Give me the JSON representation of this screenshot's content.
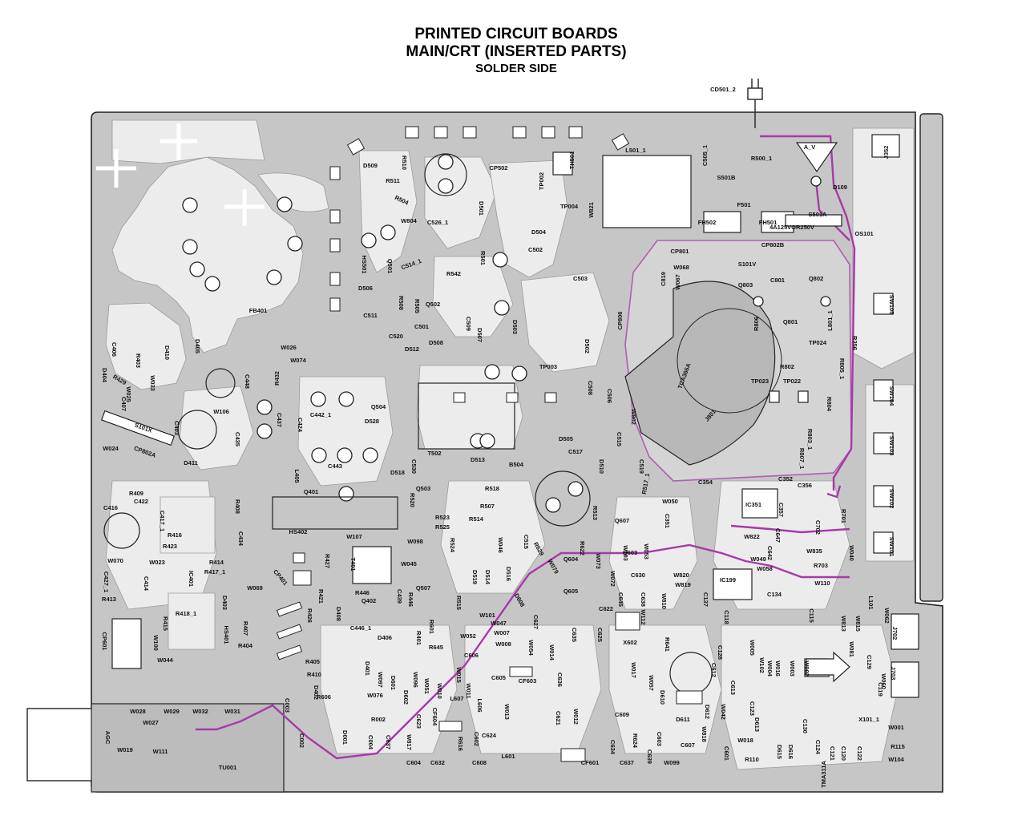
{
  "header": {
    "title_line1": "PRINTED CIRCUIT BOARDS",
    "title_line2": "MAIN/CRT (INSERTED PARTS)",
    "subtitle": "SOLDER SIDE"
  },
  "colors": {
    "board": "#c6c6c6",
    "trace": "#e9e9e9",
    "outline": "#222222",
    "highlight": "#a63aa6",
    "pad": "#444444"
  },
  "labels": [
    {
      "id": "CD501_2",
      "text": "CD501_2"
    },
    {
      "id": "L501_1",
      "text": "L501_1"
    },
    {
      "id": "A_V",
      "text": "A_V"
    },
    {
      "id": "J352",
      "text": "J352"
    },
    {
      "id": "C505_1",
      "text": "C505_1"
    },
    {
      "id": "R500_1",
      "text": "R500_1"
    },
    {
      "id": "S501B",
      "text": "S501B"
    },
    {
      "id": "D109",
      "text": "D109"
    },
    {
      "id": "F501",
      "text": "F501"
    },
    {
      "id": "FH502",
      "text": "FH502"
    },
    {
      "id": "FH501",
      "text": "FH501"
    },
    {
      "id": "S501A",
      "text": "S501A"
    },
    {
      "id": "FUSE",
      "text": "4A125VOR250V"
    },
    {
      "id": "OS101",
      "text": "OS101"
    },
    {
      "id": "D509",
      "text": "D509"
    },
    {
      "id": "R510",
      "text": "R510"
    },
    {
      "id": "R511",
      "text": "R511"
    },
    {
      "id": "R504",
      "text": "R504"
    },
    {
      "id": "CP502",
      "text": "CP502"
    },
    {
      "id": "TP002",
      "text": "TP002"
    },
    {
      "id": "TH501",
      "text": "TH501"
    },
    {
      "id": "TP004",
      "text": "TP004"
    },
    {
      "id": "C526_1",
      "text": "C526_1"
    },
    {
      "id": "D501",
      "text": "D501"
    },
    {
      "id": "D504",
      "text": "D504"
    },
    {
      "id": "W821",
      "text": "W821"
    },
    {
      "id": "CP802B",
      "text": "CP802B"
    },
    {
      "id": "CP801",
      "text": "CP801"
    },
    {
      "id": "W068",
      "text": "W068"
    },
    {
      "id": "S101V",
      "text": "S101V"
    },
    {
      "id": "C819",
      "text": "C819"
    },
    {
      "id": "W067",
      "text": "W067"
    },
    {
      "id": "C801",
      "text": "C801"
    },
    {
      "id": "Q802",
      "text": "Q802"
    },
    {
      "id": "Q803",
      "text": "Q803"
    },
    {
      "id": "SW105",
      "text": "SW105"
    },
    {
      "id": "L801_1",
      "text": "L801_1"
    },
    {
      "id": "Q801",
      "text": "Q801"
    },
    {
      "id": "R806",
      "text": "R806"
    },
    {
      "id": "CP806",
      "text": "CP806"
    },
    {
      "id": "R356",
      "text": "R356"
    },
    {
      "id": "TP024",
      "text": "TP024"
    },
    {
      "id": "R802",
      "text": "R802"
    },
    {
      "id": "R805_1",
      "text": "R805_1"
    },
    {
      "id": "TP023",
      "text": "TP023"
    },
    {
      "id": "TP022",
      "text": "TP022"
    },
    {
      "id": "SW104",
      "text": "SW104"
    },
    {
      "id": "R804",
      "text": "R804"
    },
    {
      "id": "J801",
      "text": "J801"
    },
    {
      "id": "TCA366A",
      "text": "TCA366A"
    },
    {
      "id": "R807_1",
      "text": "R807_1"
    },
    {
      "id": "R803_1",
      "text": "R803_1"
    },
    {
      "id": "SW103",
      "text": "SW103"
    },
    {
      "id": "HS501",
      "text": "HS501"
    },
    {
      "id": "Q501",
      "text": "Q501"
    },
    {
      "id": "W804",
      "text": "W804"
    },
    {
      "id": "C514_1",
      "text": "C514_1"
    },
    {
      "id": "R501",
      "text": "R501"
    },
    {
      "id": "C502",
      "text": "C502"
    },
    {
      "id": "R542",
      "text": "R542"
    },
    {
      "id": "C503",
      "text": "C503"
    },
    {
      "id": "D506",
      "text": "D506"
    },
    {
      "id": "R508",
      "text": "R508"
    },
    {
      "id": "R505",
      "text": "R505"
    },
    {
      "id": "Q502",
      "text": "Q502"
    },
    {
      "id": "D503",
      "text": "D503"
    },
    {
      "id": "FB401",
      "text": "FB401"
    },
    {
      "id": "C511",
      "text": "C511"
    },
    {
      "id": "C501",
      "text": "C501"
    },
    {
      "id": "C520",
      "text": "C520"
    },
    {
      "id": "C509",
      "text": "C509"
    },
    {
      "id": "D508",
      "text": "D508"
    },
    {
      "id": "D507",
      "text": "D507"
    },
    {
      "id": "D512",
      "text": "D512"
    },
    {
      "id": "D502",
      "text": "D502"
    },
    {
      "id": "W026",
      "text": "W026"
    },
    {
      "id": "W074",
      "text": "W074"
    },
    {
      "id": "C406",
      "text": "C406"
    },
    {
      "id": "R403",
      "text": "R403"
    },
    {
      "id": "D410",
      "text": "D410"
    },
    {
      "id": "D405",
      "text": "D405"
    },
    {
      "id": "C448",
      "text": "C448"
    },
    {
      "id": "R432",
      "text": "R432"
    },
    {
      "id": "TP003",
      "text": "TP003"
    },
    {
      "id": "C508",
      "text": "C508"
    },
    {
      "id": "C506",
      "text": "C506"
    },
    {
      "id": "D404",
      "text": "D404"
    },
    {
      "id": "R429",
      "text": "R429"
    },
    {
      "id": "W033",
      "text": "W033"
    },
    {
      "id": "W025",
      "text": "W025"
    },
    {
      "id": "C407",
      "text": "C407"
    },
    {
      "id": "W106",
      "text": "W106"
    },
    {
      "id": "C442_1",
      "text": "C442_1"
    },
    {
      "id": "Q504",
      "text": "Q504"
    },
    {
      "id": "W802",
      "text": "W802"
    },
    {
      "id": "S101X",
      "text": "S101X"
    },
    {
      "id": "C403",
      "text": "C403"
    },
    {
      "id": "C437",
      "text": "C437"
    },
    {
      "id": "C424",
      "text": "C424"
    },
    {
      "id": "D528",
      "text": "D528"
    },
    {
      "id": "D505",
      "text": "D505"
    },
    {
      "id": "C515",
      "text": "C515"
    },
    {
      "id": "C435",
      "text": "C435"
    },
    {
      "id": "W024",
      "text": "W024"
    },
    {
      "id": "CP802A",
      "text": "CP802A"
    },
    {
      "id": "D411",
      "text": "D411"
    },
    {
      "id": "L405",
      "text": "L405"
    },
    {
      "id": "C443",
      "text": "C443"
    },
    {
      "id": "T502",
      "text": "T502"
    },
    {
      "id": "D513",
      "text": "D513"
    },
    {
      "id": "B504",
      "text": "B504"
    },
    {
      "id": "C517",
      "text": "C517"
    },
    {
      "id": "D510",
      "text": "D510"
    },
    {
      "id": "C530",
      "text": "C530"
    },
    {
      "id": "D518",
      "text": "D518"
    },
    {
      "id": "C519",
      "text": "C519"
    },
    {
      "id": "C354",
      "text": "C354"
    },
    {
      "id": "C352",
      "text": "C352"
    },
    {
      "id": "C356",
      "text": "C356"
    },
    {
      "id": "SW102",
      "text": "SW102"
    },
    {
      "id": "R409",
      "text": "R409"
    },
    {
      "id": "C422",
      "text": "C422"
    },
    {
      "id": "R408",
      "text": "R408"
    },
    {
      "id": "Q401",
      "text": "Q401"
    },
    {
      "id": "Q503",
      "text": "Q503"
    },
    {
      "id": "R520",
      "text": "R520"
    },
    {
      "id": "R518",
      "text": "R518"
    },
    {
      "id": "R507",
      "text": "R507"
    },
    {
      "id": "R517_1",
      "text": "R517_1"
    },
    {
      "id": "W050",
      "text": "W050"
    },
    {
      "id": "IC351",
      "text": "IC351"
    },
    {
      "id": "C416",
      "text": "C416"
    },
    {
      "id": "C417_1",
      "text": "C417_1"
    },
    {
      "id": "R416",
      "text": "R416"
    },
    {
      "id": "C434",
      "text": "C434"
    },
    {
      "id": "HS402",
      "text": "HS402"
    },
    {
      "id": "W107",
      "text": "W107"
    },
    {
      "id": "R523",
      "text": "R523"
    },
    {
      "id": "R525",
      "text": "R525"
    },
    {
      "id": "R514",
      "text": "R514"
    },
    {
      "id": "R513",
      "text": "R513"
    },
    {
      "id": "Q607",
      "text": "Q607"
    },
    {
      "id": "C351",
      "text": "C351"
    },
    {
      "id": "C357",
      "text": "C357"
    },
    {
      "id": "R701",
      "text": "R701"
    },
    {
      "id": "C702",
      "text": "C702"
    },
    {
      "id": "W822",
      "text": "W822"
    },
    {
      "id": "C647",
      "text": "C647"
    },
    {
      "id": "SW101",
      "text": "SW101"
    },
    {
      "id": "W070",
      "text": "W070"
    },
    {
      "id": "R423",
      "text": "R423"
    },
    {
      "id": "W098",
      "text": "W098"
    },
    {
      "id": "R524",
      "text": "R524"
    },
    {
      "id": "W046",
      "text": "W046"
    },
    {
      "id": "C515b",
      "text": "C515"
    },
    {
      "id": "R629",
      "text": "R629"
    },
    {
      "id": "R622",
      "text": "R622"
    },
    {
      "id": "W103",
      "text": "W103"
    },
    {
      "id": "W053",
      "text": "W053"
    },
    {
      "id": "C642",
      "text": "C642"
    },
    {
      "id": "W835",
      "text": "W835"
    },
    {
      "id": "W049",
      "text": "W049"
    },
    {
      "id": "W040",
      "text": "W040"
    },
    {
      "id": "R414",
      "text": "R414"
    },
    {
      "id": "R427",
      "text": "R427"
    },
    {
      "id": "T401",
      "text": "T401"
    },
    {
      "id": "W045",
      "text": "W045"
    },
    {
      "id": "D514",
      "text": "D514"
    },
    {
      "id": "D516",
      "text": "D516"
    },
    {
      "id": "D519",
      "text": "D519"
    },
    {
      "id": "W079",
      "text": "W079"
    },
    {
      "id": "Q604",
      "text": "Q604"
    },
    {
      "id": "W073",
      "text": "W073"
    },
    {
      "id": "W072",
      "text": "W072"
    },
    {
      "id": "Q603",
      "text": "Q603"
    },
    {
      "id": "W058",
      "text": "W058"
    },
    {
      "id": "R703",
      "text": "R703"
    },
    {
      "id": "C427_1",
      "text": "C427_1"
    },
    {
      "id": "W023",
      "text": "W023"
    },
    {
      "id": "C414",
      "text": "C414"
    },
    {
      "id": "R417_1",
      "text": "R417_1"
    },
    {
      "id": "IC401",
      "text": "IC401"
    },
    {
      "id": "W069",
      "text": "W069"
    },
    {
      "id": "CP401",
      "text": "CP401"
    },
    {
      "id": "Q507",
      "text": "Q507"
    },
    {
      "id": "Q605",
      "text": "Q605"
    },
    {
      "id": "W820",
      "text": "W820"
    },
    {
      "id": "IC199",
      "text": "IC199"
    },
    {
      "id": "C630",
      "text": "C630"
    },
    {
      "id": "W110",
      "text": "W110"
    },
    {
      "id": "R413",
      "text": "R413"
    },
    {
      "id": "D403",
      "text": "D403"
    },
    {
      "id": "R421",
      "text": "R421"
    },
    {
      "id": "R446",
      "text": "R446"
    },
    {
      "id": "C439",
      "text": "C439"
    },
    {
      "id": "R446b",
      "text": "R446"
    },
    {
      "id": "D608",
      "text": "D608"
    },
    {
      "id": "C645",
      "text": "C645"
    },
    {
      "id": "C638",
      "text": "C638"
    },
    {
      "id": "W819",
      "text": "W819"
    },
    {
      "id": "C137",
      "text": "C137"
    },
    {
      "id": "C134",
      "text": "C134"
    },
    {
      "id": "CP601",
      "text": "CP601"
    },
    {
      "id": "R418_1",
      "text": "R418_1"
    },
    {
      "id": "R426",
      "text": "R426"
    },
    {
      "id": "Q402",
      "text": "Q402"
    },
    {
      "id": "R515",
      "text": "R515"
    },
    {
      "id": "W101",
      "text": "W101"
    },
    {
      "id": "W047",
      "text": "W047"
    },
    {
      "id": "C622",
      "text": "C622"
    },
    {
      "id": "W810",
      "text": "W810"
    },
    {
      "id": "L101",
      "text": "L101"
    },
    {
      "id": "W062",
      "text": "W062"
    },
    {
      "id": "R415",
      "text": "R415"
    },
    {
      "id": "HS401",
      "text": "HS401"
    },
    {
      "id": "R407",
      "text": "R407"
    },
    {
      "id": "D408",
      "text": "D408"
    },
    {
      "id": "C446_1",
      "text": "C446_1"
    },
    {
      "id": "R601",
      "text": "R601"
    },
    {
      "id": "C627",
      "text": "C627"
    },
    {
      "id": "C625",
      "text": "C625"
    },
    {
      "id": "W112",
      "text": "W112"
    },
    {
      "id": "C118",
      "text": "C118"
    },
    {
      "id": "C115",
      "text": "C115"
    },
    {
      "id": "W813",
      "text": "W813"
    },
    {
      "id": "W815",
      "text": "W815"
    },
    {
      "id": "J702",
      "text": "J702"
    },
    {
      "id": "W100",
      "text": "W100"
    },
    {
      "id": "R404",
      "text": "R404"
    },
    {
      "id": "D406",
      "text": "D406"
    },
    {
      "id": "R401",
      "text": "R401"
    },
    {
      "id": "W052",
      "text": "W052"
    },
    {
      "id": "W007",
      "text": "W007"
    },
    {
      "id": "W008",
      "text": "W008"
    },
    {
      "id": "C635",
      "text": "C635"
    },
    {
      "id": "X602",
      "text": "X602"
    },
    {
      "id": "R641",
      "text": "R641"
    },
    {
      "id": "C128",
      "text": "C128"
    },
    {
      "id": "W005",
      "text": "W005"
    },
    {
      "id": "W081",
      "text": "W081"
    },
    {
      "id": "W044",
      "text": "W044"
    },
    {
      "id": "R645",
      "text": "R645"
    },
    {
      "id": "C606",
      "text": "C606"
    },
    {
      "id": "W054",
      "text": "W054"
    },
    {
      "id": "W014",
      "text": "W014"
    },
    {
      "id": "W017",
      "text": "W017"
    },
    {
      "id": "C612",
      "text": "C612"
    },
    {
      "id": "W102",
      "text": "W102"
    },
    {
      "id": "W016",
      "text": "W016"
    },
    {
      "id": "W003",
      "text": "W003"
    },
    {
      "id": "W004",
      "text": "W004"
    },
    {
      "id": "W002",
      "text": "W002"
    },
    {
      "id": "C129",
      "text": "C129"
    },
    {
      "id": "J703",
      "text": "J703"
    },
    {
      "id": "R405",
      "text": "R405"
    },
    {
      "id": "D401",
      "text": "D401"
    },
    {
      "id": "W097",
      "text": "W097"
    },
    {
      "id": "D601",
      "text": "D601"
    },
    {
      "id": "W096",
      "text": "W096"
    },
    {
      "id": "W051",
      "text": "W051"
    },
    {
      "id": "W015",
      "text": "W015"
    },
    {
      "id": "C605",
      "text": "C605"
    },
    {
      "id": "CF603",
      "text": "CF603"
    },
    {
      "id": "C636",
      "text": "C636"
    },
    {
      "id": "W057",
      "text": "W057"
    },
    {
      "id": "C613",
      "text": "C613"
    },
    {
      "id": "W060",
      "text": "W060"
    },
    {
      "id": "R410",
      "text": "R410"
    },
    {
      "id": "D402",
      "text": "D402"
    },
    {
      "id": "R606",
      "text": "R606"
    },
    {
      "id": "W076",
      "text": "W076"
    },
    {
      "id": "D602",
      "text": "D602"
    },
    {
      "id": "W010",
      "text": "W010"
    },
    {
      "id": "W011",
      "text": "W011"
    },
    {
      "id": "L607",
      "text": "L607"
    },
    {
      "id": "L606",
      "text": "L606"
    },
    {
      "id": "D610",
      "text": "D610"
    },
    {
      "id": "D612",
      "text": "D612"
    },
    {
      "id": "W042",
      "text": "W042"
    },
    {
      "id": "C119",
      "text": "C119"
    },
    {
      "id": "W028",
      "text": "W028"
    },
    {
      "id": "W029",
      "text": "W029"
    },
    {
      "id": "W032",
      "text": "W032"
    },
    {
      "id": "W031",
      "text": "W031"
    },
    {
      "id": "C003",
      "text": "C003"
    },
    {
      "id": "R002",
      "text": "R002"
    },
    {
      "id": "C623",
      "text": "C623"
    },
    {
      "id": "CF604",
      "text": "CF604"
    },
    {
      "id": "W013",
      "text": "W013"
    },
    {
      "id": "C621",
      "text": "C621"
    },
    {
      "id": "W012",
      "text": "W012"
    },
    {
      "id": "C609",
      "text": "C609"
    },
    {
      "id": "D611",
      "text": "D611"
    },
    {
      "id": "C123",
      "text": "C123"
    },
    {
      "id": "D613",
      "text": "D613"
    },
    {
      "id": "X101_1",
      "text": "X101_1"
    },
    {
      "id": "W027",
      "text": "W027"
    },
    {
      "id": "AGC",
      "text": "AGC"
    },
    {
      "id": "W019",
      "text": "W019"
    },
    {
      "id": "W111",
      "text": "W111"
    },
    {
      "id": "C002",
      "text": "C002"
    },
    {
      "id": "D001",
      "text": "D001"
    },
    {
      "id": "C004",
      "text": "C004"
    },
    {
      "id": "C637",
      "text": "C637"
    },
    {
      "id": "W817",
      "text": "W817"
    },
    {
      "id": "R616",
      "text": "R616"
    },
    {
      "id": "C602",
      "text": "C602"
    },
    {
      "id": "C624",
      "text": "C624"
    },
    {
      "id": "L601",
      "text": "L601"
    },
    {
      "id": "R624",
      "text": "R624"
    },
    {
      "id": "C634",
      "text": "C634"
    },
    {
      "id": "C603",
      "text": "C603"
    },
    {
      "id": "C607",
      "text": "C607"
    },
    {
      "id": "W818",
      "text": "W818"
    },
    {
      "id": "W018",
      "text": "W018"
    },
    {
      "id": "D615",
      "text": "D615"
    },
    {
      "id": "D616",
      "text": "D616"
    },
    {
      "id": "C130",
      "text": "C130"
    },
    {
      "id": "C124",
      "text": "C124"
    },
    {
      "id": "C122",
      "text": "C122"
    },
    {
      "id": "W001",
      "text": "W001"
    },
    {
      "id": "TU001",
      "text": "TU001"
    },
    {
      "id": "C604",
      "text": "C604"
    },
    {
      "id": "C632",
      "text": "C632"
    },
    {
      "id": "C608",
      "text": "C608"
    },
    {
      "id": "CF601",
      "text": "CF601"
    },
    {
      "id": "C637b",
      "text": "C637"
    },
    {
      "id": "C639",
      "text": "C639"
    },
    {
      "id": "W099",
      "text": "W099"
    },
    {
      "id": "C601",
      "text": "C601"
    },
    {
      "id": "R110",
      "text": "R110"
    },
    {
      "id": "R115",
      "text": "R115"
    },
    {
      "id": "W104",
      "text": "W104"
    },
    {
      "id": "TMA311A",
      "text": "TMA311A"
    },
    {
      "id": "S101X_c",
      "text": "C121"
    },
    {
      "id": "C119b",
      "text": "C120"
    }
  ]
}
